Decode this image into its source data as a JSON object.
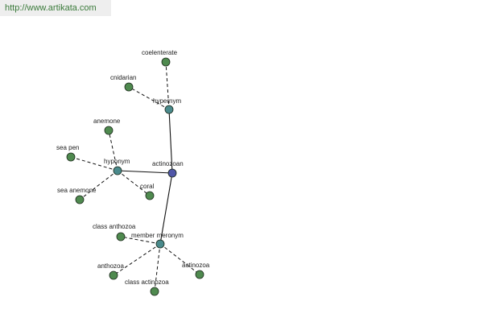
{
  "site_url": "http://www.artikata.com",
  "colors": {
    "leaf_node": "#4f8a4f",
    "relation_node": "#4a8a8c",
    "center_node": "#5056a8",
    "edge": "#111111"
  },
  "graph": {
    "nodes": [
      {
        "id": "actinozoan",
        "label": "actinozoan",
        "kind": "center"
      },
      {
        "id": "hypernym",
        "label": "hypernym",
        "kind": "relation"
      },
      {
        "id": "hyponym",
        "label": "hyponym",
        "kind": "relation"
      },
      {
        "id": "member_meronym",
        "label": "member meronym",
        "kind": "relation"
      },
      {
        "id": "coelenterate",
        "label": "coelenterate",
        "kind": "leaf"
      },
      {
        "id": "cnidarian",
        "label": "cnidarian",
        "kind": "leaf"
      },
      {
        "id": "anemone",
        "label": "anemone",
        "kind": "leaf"
      },
      {
        "id": "sea_pen",
        "label": "sea pen",
        "kind": "leaf"
      },
      {
        "id": "sea_anemone",
        "label": "sea anemone",
        "kind": "leaf"
      },
      {
        "id": "coral",
        "label": "coral",
        "kind": "leaf"
      },
      {
        "id": "class_anthozoa",
        "label": "class anthozoa",
        "kind": "leaf"
      },
      {
        "id": "anthozoa",
        "label": "anthozoa",
        "kind": "leaf"
      },
      {
        "id": "class_actinozoa",
        "label": "class actinozoa",
        "kind": "leaf"
      },
      {
        "id": "actinozoa",
        "label": "actinozoa",
        "kind": "leaf"
      }
    ],
    "edges": [
      {
        "from": "actinozoan",
        "to": "hypernym",
        "style": "solid"
      },
      {
        "from": "actinozoan",
        "to": "hyponym",
        "style": "solid"
      },
      {
        "from": "actinozoan",
        "to": "member_meronym",
        "style": "solid"
      },
      {
        "from": "hypernym",
        "to": "coelenterate",
        "style": "dashed"
      },
      {
        "from": "hypernym",
        "to": "cnidarian",
        "style": "dashed"
      },
      {
        "from": "hyponym",
        "to": "anemone",
        "style": "dashed"
      },
      {
        "from": "hyponym",
        "to": "sea_pen",
        "style": "dashed"
      },
      {
        "from": "hyponym",
        "to": "sea_anemone",
        "style": "dashed"
      },
      {
        "from": "hyponym",
        "to": "coral",
        "style": "dashed"
      },
      {
        "from": "member_meronym",
        "to": "class_anthozoa",
        "style": "dashed"
      },
      {
        "from": "member_meronym",
        "to": "anthozoa",
        "style": "dashed"
      },
      {
        "from": "member_meronym",
        "to": "class_actinozoa",
        "style": "dashed"
      },
      {
        "from": "member_meronym",
        "to": "actinozoa",
        "style": "dashed"
      }
    ]
  }
}
